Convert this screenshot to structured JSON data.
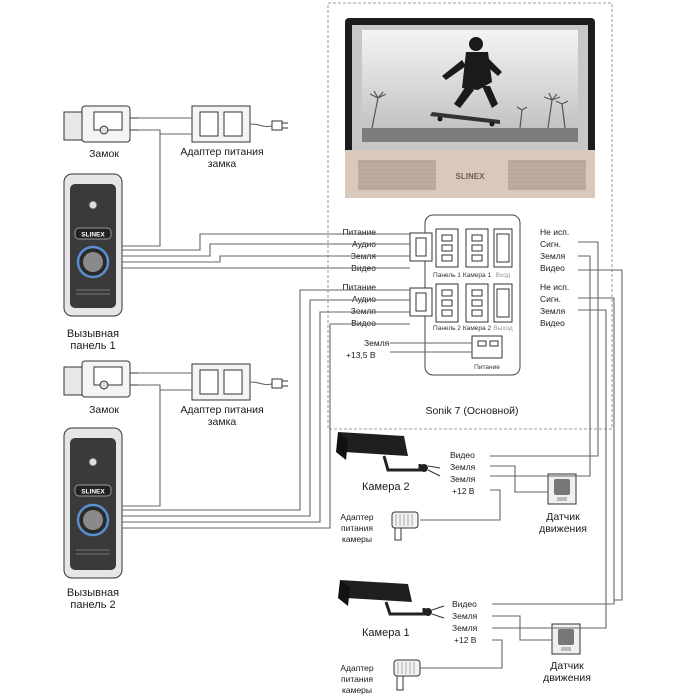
{
  "monitor": {
    "brand": "SLINEX",
    "caption": "Sonik 7 (Основной)"
  },
  "lock_1": {
    "label": "Замок",
    "adapter": [
      "Адаптер питания",
      "замка"
    ]
  },
  "lock_2": {
    "label": "Замок",
    "adapter": [
      "Адаптер питания",
      "замка"
    ]
  },
  "panel_1": {
    "brand": "SLINEX",
    "label": [
      "Вызывная",
      "панель 1"
    ]
  },
  "panel_2": {
    "brand": "SLINEX",
    "label": [
      "Вызывная",
      "панель 2"
    ]
  },
  "connector_block": {
    "left_group_1": [
      "Питание",
      "Аудио",
      "Земля",
      "Видео"
    ],
    "left_group_2": [
      "Питание",
      "Аудио",
      "Земля",
      "Видео"
    ],
    "right_group_1": [
      "Не исп.",
      "Сигн.",
      "Земля",
      "Видео"
    ],
    "right_group_2": [
      "Не исп.",
      "Сигн.",
      "Земля",
      "Видео"
    ],
    "ports_row_1": [
      "Панель 1",
      "Камера 1",
      "Вход"
    ],
    "ports_row_2": [
      "Панель 2",
      "Камера 2",
      "Выход"
    ],
    "power_lines": [
      "Земля",
      "+13,5 В"
    ],
    "power_port": "Питание"
  },
  "camera_2": {
    "label": "Камера 2",
    "wires": [
      "Видео",
      "Земля",
      "Земля",
      "+12 В"
    ],
    "adapter": [
      "Адаптер",
      "питания",
      "камеры"
    ],
    "sensor": [
      "Датчик",
      "движения"
    ]
  },
  "camera_1": {
    "label": "Камера 1",
    "wires": [
      "Видео",
      "Земля",
      "Земля",
      "+12 В"
    ],
    "adapter": [
      "Адаптер",
      "питания",
      "камеры"
    ],
    "sensor": [
      "Датчик",
      "движения"
    ]
  }
}
